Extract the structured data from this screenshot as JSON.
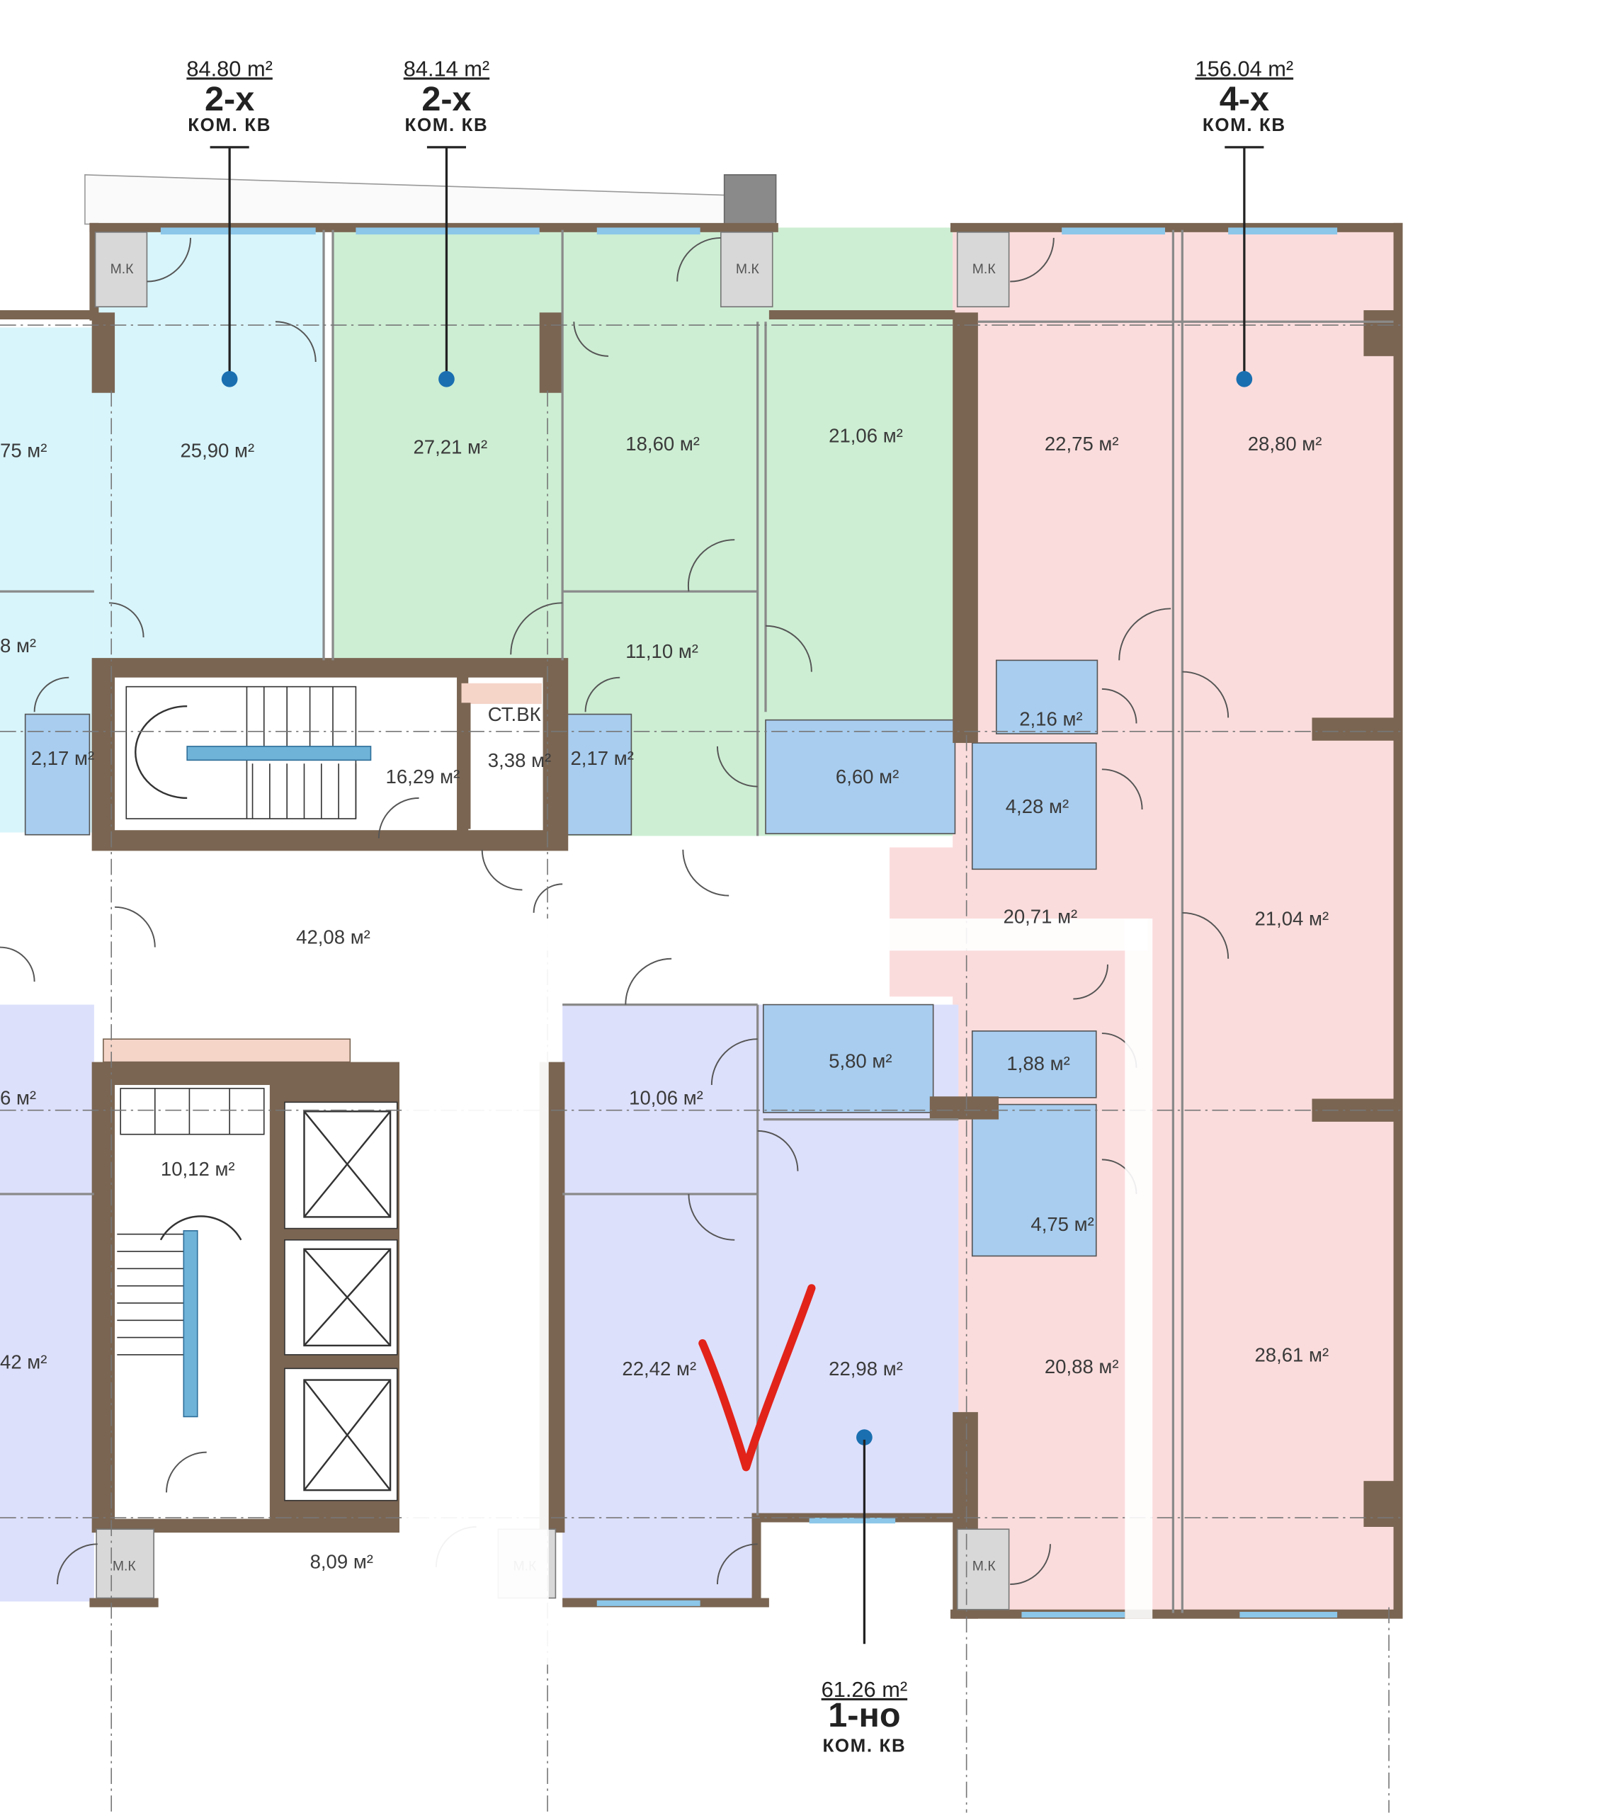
{
  "apartments": [
    {
      "id": "apt-2k-a",
      "area": "84.80 m²",
      "rooms": "2-х",
      "type": "КОМ. КВ"
    },
    {
      "id": "apt-2k-b",
      "area": "84.14 m²",
      "rooms": "2-х",
      "type": "КОМ. КВ"
    },
    {
      "id": "apt-4k",
      "area": "156.04 m²",
      "rooms": "4-х",
      "type": "КОМ. КВ"
    },
    {
      "id": "apt-1k",
      "area": "61.26 m²",
      "rooms": "1-но",
      "type": "КОМ. КВ"
    }
  ],
  "rooms": {
    "cyan_left_partial": "75 м²",
    "cyan_living": "25,90 м²",
    "cyan_left_lower": "8 м²",
    "cyan_bath": "2,17 м²",
    "green_living": "27,21 м²",
    "green_bed": "18,60 м²",
    "green_kitchen": "21,06 м²",
    "green_hall": "11,10 м²",
    "green_bath": "2,17 м²",
    "green_bath2": "6,60 м²",
    "stair_top": "16,29 м²",
    "shaft": "3,38 м²",
    "shaft_label": "СТ.ВК",
    "corridor": "42,08 м²",
    "pink_r1": "22,75 м²",
    "pink_r2": "28,80 м²",
    "pink_bath1": "2,16 м²",
    "pink_bath2": "4,28 м²",
    "pink_hall": "20,71 м²",
    "pink_r3": "21,04 м²",
    "pink_bath3": "1,88 м²",
    "pink_bath4": "4,75 м²",
    "pink_r4": "20,88 м²",
    "pink_r5": "28,61 м²",
    "purple_left1": "6 м²",
    "purple_left2": "42 м²",
    "stair_bottom": "10,12 м²",
    "lobby": "8,09 м²",
    "purple_hall": "10,06 м²",
    "purple_bath": "5,80 м²",
    "purple_r1": "22,42 м²",
    "purple_r2": "22,98 м²",
    "ml_label": "М.К"
  },
  "colors": {
    "cyan": "#d8f5fb",
    "green": "#cdeed3",
    "pink": "#fbdcdc",
    "purple": "#dde0fb",
    "bath_blue": "#a8cdef",
    "wall": "#7a6552",
    "window": "#8cc6e8",
    "marker": "#1a6fb0",
    "checkmark": "#e2231a"
  },
  "annotation": {
    "mark": "checkmark"
  }
}
